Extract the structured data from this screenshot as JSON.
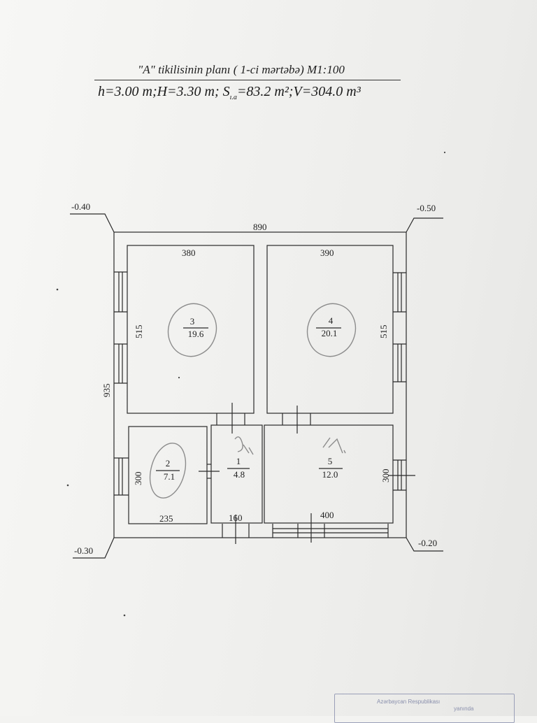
{
  "title": "\"A\" tikilisinin planı ( 1-ci mərtəbə) M1:100",
  "parameters": {
    "h": "h=3.00 m;",
    "H": "H=3.30 m;",
    "s_prefix": "S",
    "s_sub": "ı.a",
    "s_value": "=83.2 m²;",
    "v": "V=304.0 m³"
  },
  "elevations": {
    "top_left": "-0.40",
    "top_right": "-0.50",
    "bottom_left": "-0.30",
    "bottom_right": "-0.20"
  },
  "overall_dimensions": {
    "width": "890",
    "depth": "935"
  },
  "rooms": [
    {
      "number": "3",
      "area": "19.6",
      "width": "380",
      "depth": "515"
    },
    {
      "number": "4",
      "area": "20.1",
      "width": "390",
      "depth": "515"
    },
    {
      "number": "2",
      "area": "7.1",
      "width": "235",
      "depth": "300"
    },
    {
      "number": "1",
      "area": "4.8",
      "width": "160"
    },
    {
      "number": "5",
      "area": "12.0",
      "width": "400",
      "depth": "300"
    }
  ],
  "stamp": {
    "line1": "Azərbaycan Respublikası",
    "line2": "yanında"
  },
  "colors": {
    "ink": "#2a2a2a",
    "pencil": "#8c8c8c",
    "stamp": "#8a90ad"
  }
}
